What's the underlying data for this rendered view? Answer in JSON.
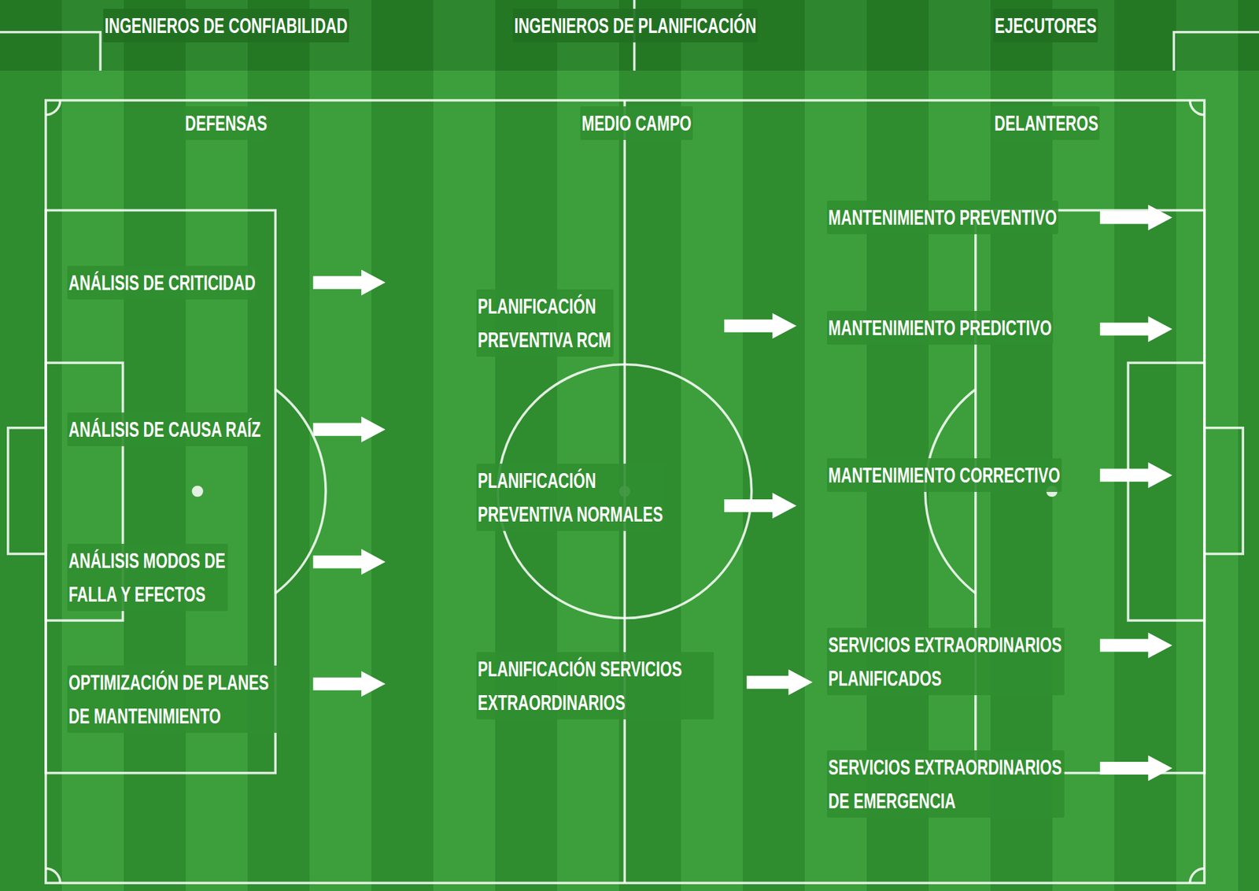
{
  "diagram": {
    "labels": [
      "INGENIEROS DE CONFIABILIDAD",
      "INGENIEROS DE PLANIFICACIÓN",
      "EJECUTORES",
      "DEFENSAS",
      "MEDIO CAMPO",
      "DELANTEROS",
      "ANÁLISIS DE CRITICIDAD",
      "ANÁLISIS DE CAUSA RAÍZ",
      "ANÁLISIS MODOS DE FALLA Y EFECTOS",
      "OPTIMIZACIÓN DE PLANES DE MANTENIMIENTO",
      "PLANIFICACIÓN PREVENTIVA RCM",
      "PLANIFICACIÓN PREVENTIVA NORMALES",
      "PLANIFICACIÓN SERVICIOS EXTRAORDINARIOS",
      "MANTENIMIENTO PREVENTIVO",
      "MANTENIMIENTO PREDICTIVO",
      "MANTENIMIENTO CORRECTIVO",
      "SERVICIOS EXTRAORDINARIOS PLANIFICADOS",
      "SERVICIOS EXTRAORDINARIOS DE EMERGENCIA"
    ]
  }
}
